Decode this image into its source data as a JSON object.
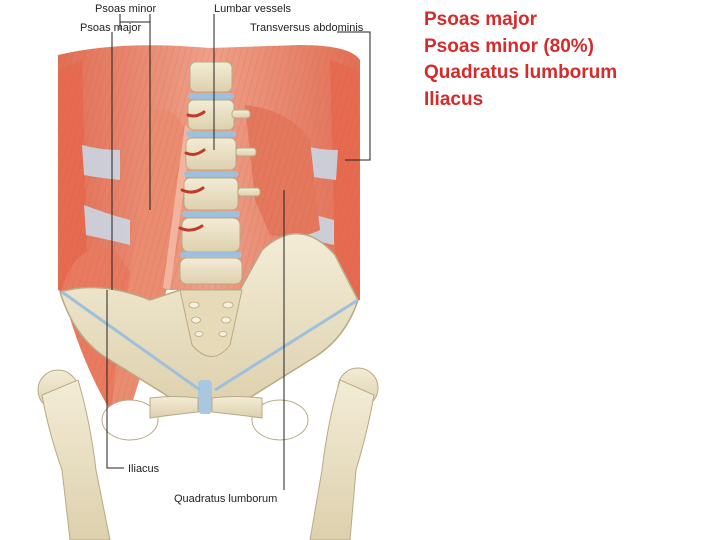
{
  "figure_labels": {
    "psoas_minor": "Psoas minor",
    "psoas_major": "Psoas major",
    "lumbar_vessels": "Lumbar vessels",
    "transversus_abdominis": "Transversus abdominis",
    "iliacus": "Iliacus",
    "quadratus_lumborum": "Quadratus lumborum"
  },
  "slide_list": [
    "Psoas major",
    "Psoas minor (80%)",
    "Quadratus lumborum",
    "Iliacus"
  ],
  "colors": {
    "muscle": "#e8846b",
    "muscle_dark": "#d4654c",
    "bone": "#ece3c7",
    "bone_outline": "#b8aa85",
    "ligament": "#b9d2e6",
    "vessel": "#c0392b",
    "label_text": "#222222",
    "slide_text": "#d52b2b"
  }
}
